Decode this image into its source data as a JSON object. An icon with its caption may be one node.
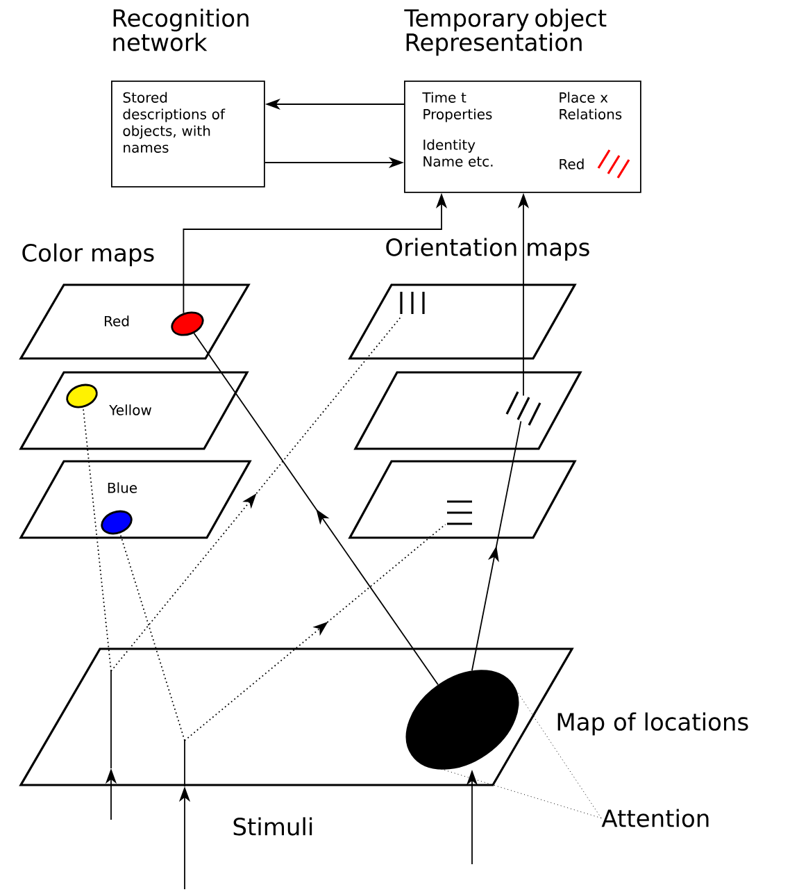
{
  "diagram": {
    "nodes": [
      {
        "text": [
          "Recognition network",
          "Stored descriptions of objects, with names"
        ]
      },
      {
        "text": [
          "Temporary object Representation",
          "Time t Properties",
          "Place x Relations",
          "Identity Name etc.",
          "Red"
        ]
      },
      {
        "text": [
          "Red"
        ]
      },
      {
        "text": [],
        "shape": "ellipse",
        "in": 2
      },
      {
        "text": [],
        "shape": "parallelogram"
      },
      {
        "text": [],
        "shape": "bars",
        "in": 4
      },
      {
        "text": [
          "Yellow"
        ]
      },
      {
        "text": [],
        "shape": "ellipse",
        "in": 6
      },
      {
        "text": [],
        "shape": "parallelogram"
      },
      {
        "text": [],
        "shape": "bars",
        "in": 8
      },
      {
        "text": [
          "Blue"
        ]
      },
      {
        "text": [],
        "shape": "ellipse",
        "in": 10
      },
      {
        "text": [],
        "shape": "parallelogram"
      },
      {
        "text": [],
        "shape": "bars",
        "in": 12
      },
      {
        "text": [],
        "shape": "parallelogram",
        "beside": [
          "Map of locations"
        ]
      },
      {
        "text": [],
        "shape": "ellipse",
        "in": 14
      },
      {
        "text": [
          "Attention"
        ]
      }
    ],
    "edges": [
      {
        "from": 1,
        "to": 0,
        "arrow": "to"
      },
      {
        "from": 0,
        "to": 1,
        "arrow": "to"
      },
      {
        "from": 3,
        "to": 1,
        "arrow": "to"
      },
      {
        "from": 9,
        "to": 1,
        "arrow": "to"
      },
      {
        "from": 15,
        "to": 3,
        "arrow": "to"
      },
      {
        "from": 15,
        "to": 9,
        "arrow": "to"
      },
      {
        "from": null,
        "to": 14,
        "arrow": "to"
      },
      {
        "from": null,
        "to": 14,
        "arrow": "to"
      },
      {
        "from": null,
        "to": 15,
        "arrow": "to"
      },
      {
        "from": 14,
        "to": 7,
        "arrow": "none",
        "style": "dashed"
      },
      {
        "from": 14,
        "to": 5,
        "arrow": "to",
        "style": "dashed"
      },
      {
        "from": 14,
        "to": 11,
        "arrow": "none",
        "style": "dashed"
      },
      {
        "from": 14,
        "to": 13,
        "arrow": "to",
        "style": "dashed"
      },
      {
        "from": 16,
        "to": 15,
        "arrow": "none",
        "style": "dashed"
      },
      {
        "from": 16,
        "to": 15,
        "arrow": "none",
        "style": "dashed"
      }
    ],
    "labels": [
      "Color maps",
      "Orientation maps",
      "Stimuli"
    ]
  }
}
